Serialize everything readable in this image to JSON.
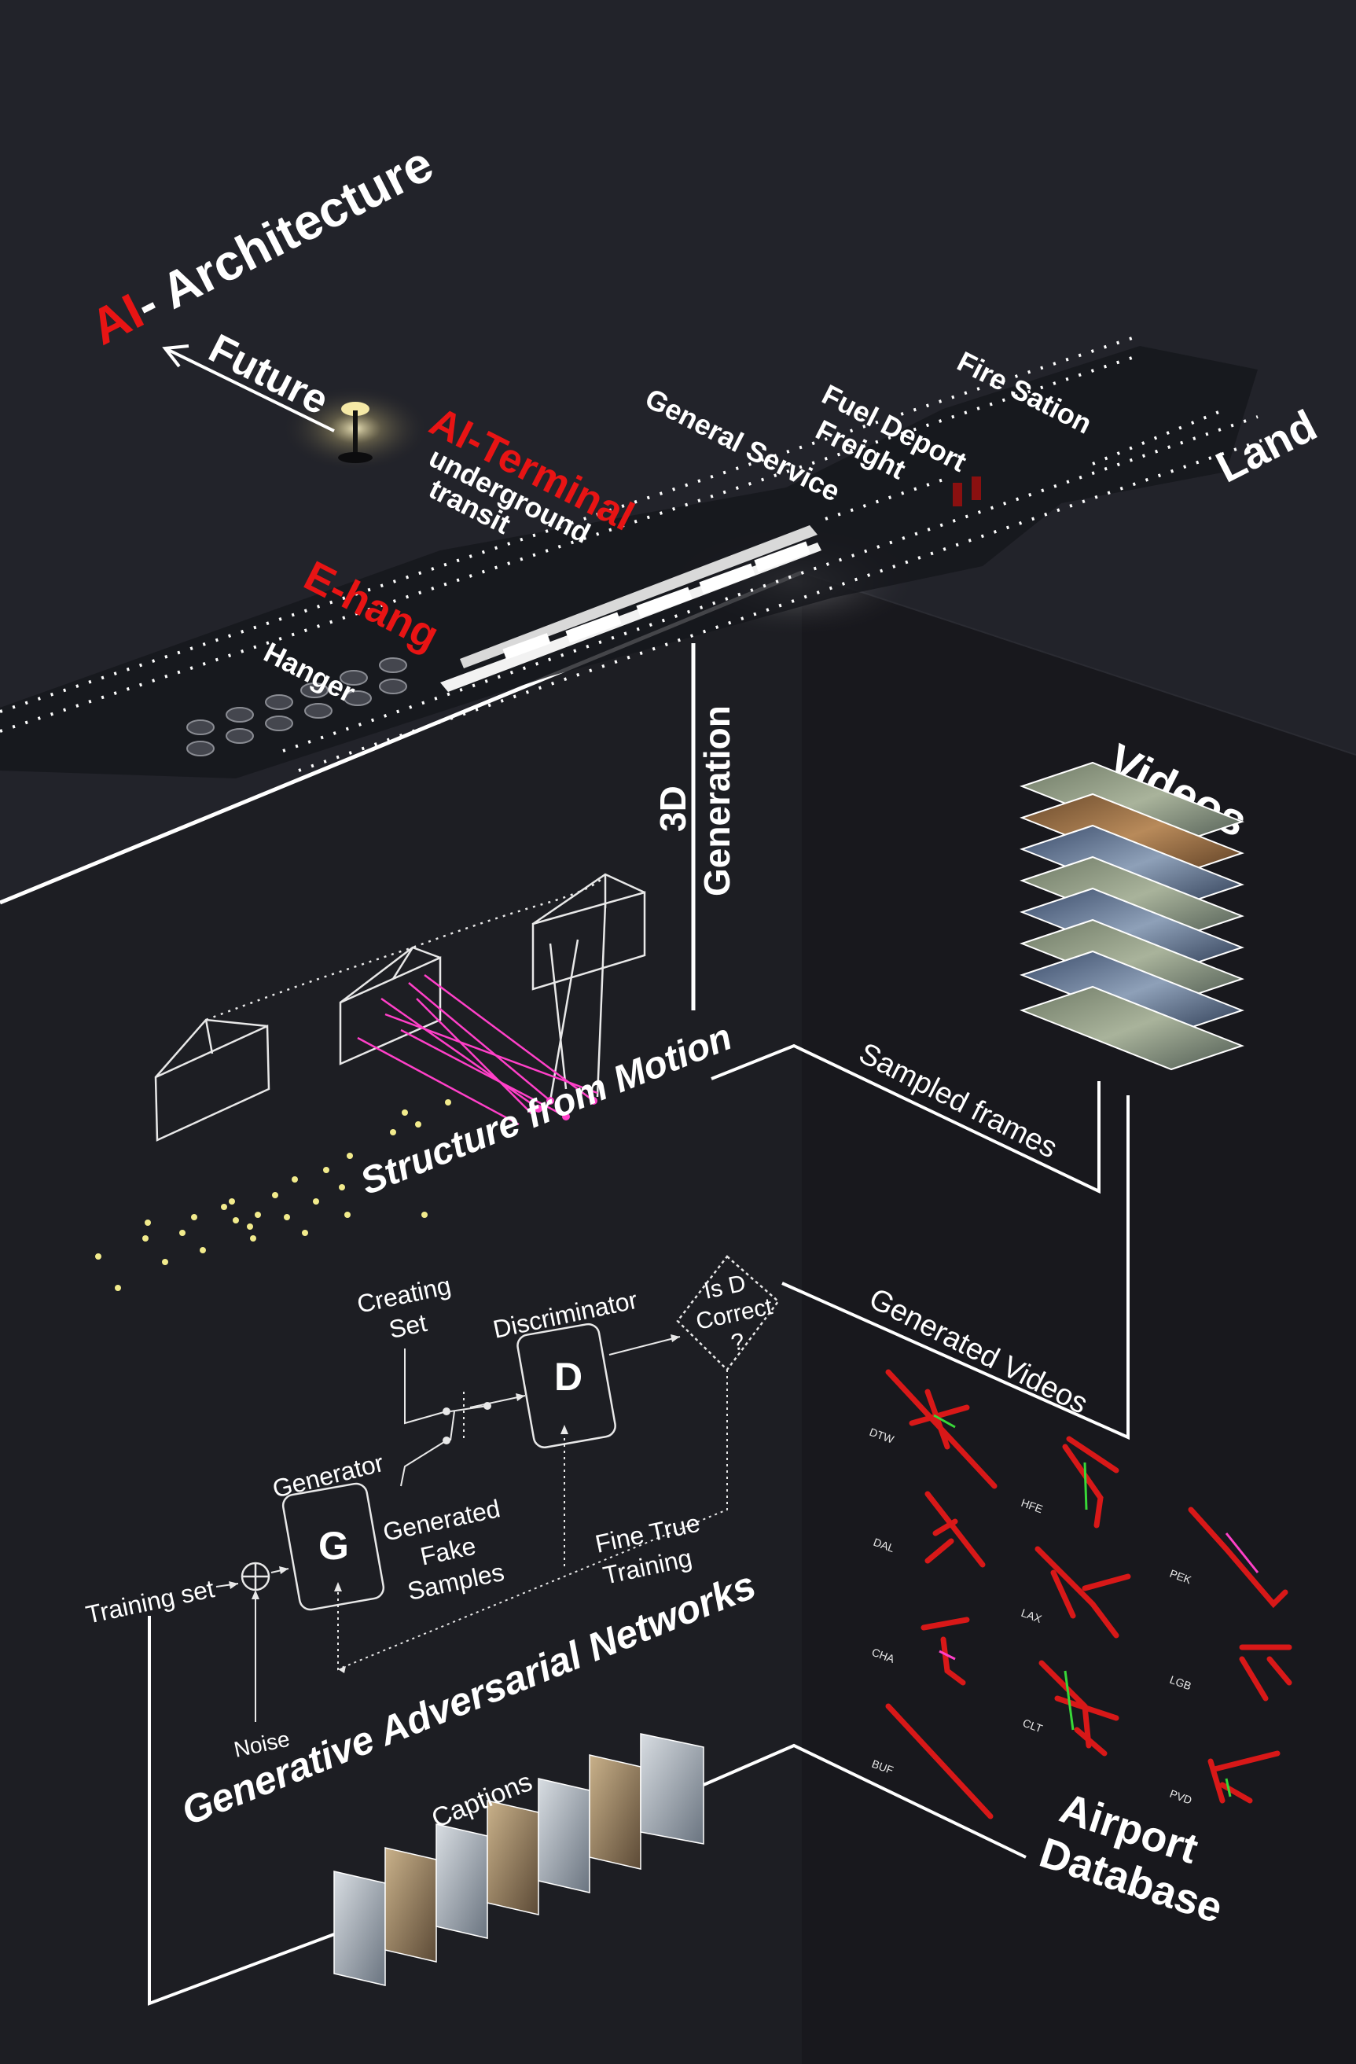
{
  "title": {
    "prefix": "AI",
    "rest": "- Architecture"
  },
  "future_label": "Future",
  "land_label": "Land",
  "terminal": {
    "ai_terminal": "AI-Terminal",
    "underground": "underground",
    "transit": "transit",
    "e_hang": "E-hang",
    "hanger": "Hanger",
    "general_service": "General Service",
    "freight": "Freight",
    "fuel_deport": "Fuel Deport",
    "fire_station": "Fire Sation"
  },
  "generation": {
    "three_d": "3D",
    "word": "Generation"
  },
  "videos_label": "Videos",
  "sampled_frames": "Sampled frames",
  "generated_videos": "Generated Videos",
  "sfm_label": "Structure from Motion",
  "gan": {
    "title": "Generative Adversarial Networks",
    "creating_set": [
      "Creating",
      "Set"
    ],
    "discriminator": "Discriminator",
    "d_letter": "D",
    "is_d_correct": [
      "Is D",
      "Correct",
      "?"
    ],
    "generator": "Generator",
    "g_letter": "G",
    "generated_fake": [
      "Generated",
      "Fake",
      "Samples"
    ],
    "fine_true": "Fine True",
    "training": "Training",
    "training_set": "Training set",
    "noise": "Noise"
  },
  "captions_label": "Captions",
  "airport_database": [
    "Airport",
    "Database"
  ],
  "airport_codes": [
    "DTW",
    "HFE",
    "DAL",
    "PEK",
    "LAX",
    "CHA",
    "LGB",
    "CLT",
    "BUF",
    "PVD"
  ],
  "colors": {
    "background": "#1c1c21",
    "top_surface": "#22232a",
    "accent_red": "#e81414",
    "line": "#ffffff",
    "magenta": "#ff40c8",
    "yellow_points": "#f2eb8c"
  }
}
